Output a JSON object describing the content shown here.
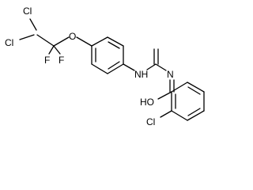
{
  "atoms": {
    "cl_top": "Cl",
    "cl_left": "Cl",
    "f_left": "F",
    "f_right": "F",
    "o_ether": "O",
    "nh_1": "NH",
    "n_2": "N",
    "ho": "HO",
    "cl_ring": "Cl"
  }
}
